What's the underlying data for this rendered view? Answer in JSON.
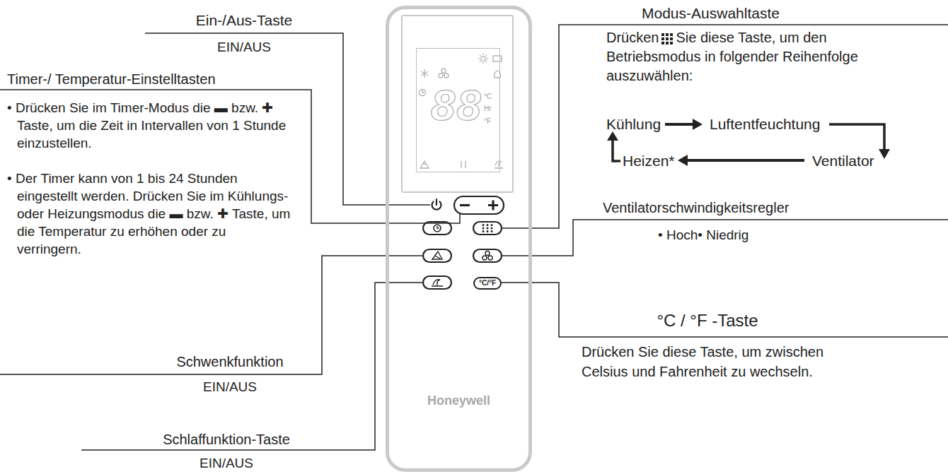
{
  "diagram": {
    "nodes": [
      {
        "text": [
          "Honeywell"
        ]
      },
      {
        "text": [
          "88",
          "°C",
          "Hr",
          "°F"
        ],
        "in": 0
      },
      {
        "text": [
          "°C/°F"
        ],
        "in": 0
      }
    ],
    "labels": [
      "Ein-/Aus-Taste",
      "EIN/AUS",
      "Modus-Auswahltaste",
      "Drücken",
      "Sie diese Taste, um den Betriebsmodus in folgender Reihenfolge auszuwählen:",
      "Timer-/ Temperatur-Einstelltasten",
      "• Drücken Sie im Timer-Modus die ▬ bzw. ✚ Taste, um die Zeit in Intervallen von 1 Stunde einzustellen.",
      "Kühlung",
      "Luftentfeuchtung",
      "• Der Timer kann von 1 bis 24 Stunden eingestellt werden. Drücken Sie im Kühlungs- oder Heizungsmodus die ▬ bzw. ✚ Taste, um die Temperatur zu erhöhen oder zu verringern.",
      "Heizen*",
      "Ventilator",
      "Ventilatorschwindigkeitsregler",
      "• Hoch• Niedrig",
      "°C / °F -Taste",
      "Drücken Sie diese Taste, um zwischen Celsius und Fahrenheit zu wechseln.",
      "Schwenkfunktion",
      "EIN/AUS",
      "Schlaffunktion-Taste",
      "EIN/AUS"
    ]
  }
}
